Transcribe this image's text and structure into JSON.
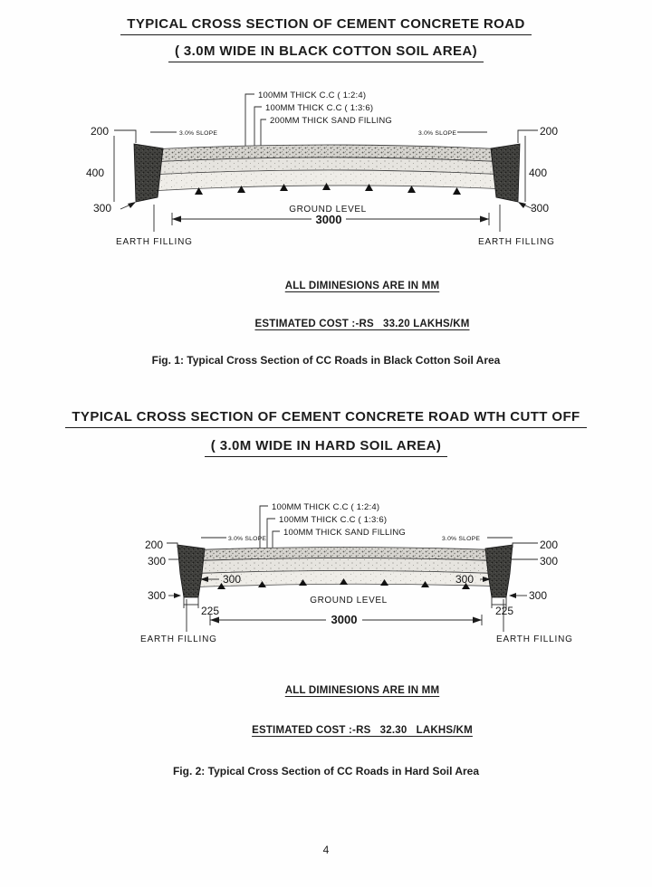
{
  "page": {
    "number": "4"
  },
  "fig1": {
    "title": "TYPICAL CROSS SECTION OF CEMENT CONCRETE ROAD",
    "subtitle": "( 3.0M WIDE IN BLACK COTTON SOIL AREA)",
    "callouts": {
      "layer1": "100MM THICK C.C ( 1:2:4)",
      "layer2": "100MM THICK C.C ( 1:3:6)",
      "layer3": "200MM THICK SAND FILLING"
    },
    "slope_left": "3.0% SLOPE",
    "slope_right": "3.0% SLOPE",
    "dims": {
      "top_left": "200",
      "top_right": "200",
      "mid_left": "400",
      "mid_right": "400",
      "bottom_left": "300",
      "bottom_right": "300",
      "width": "3000"
    },
    "ground_level": "GROUND LEVEL",
    "earth_left": "EARTH FILLING",
    "earth_right": "EARTH FILLING",
    "note_dims": "ALL DIMINESIONS ARE IN MM",
    "note_cost": "ESTIMATED COST :-RS   33.20 LAKHS/KM",
    "caption": "Fig. 1: Typical Cross Section of CC Roads in Black Cotton Soil Area"
  },
  "fig2": {
    "title": "TYPICAL CROSS SECTION OF CEMENT CONCRETE ROAD WTH CUTT OFF",
    "subtitle": "( 3.0M WIDE IN HARD SOIL AREA)",
    "callouts": {
      "layer1": "100MM THICK C.C ( 1:2:4)",
      "layer2": "100MM THICK C.C ( 1:3:6)",
      "layer3": "100MM THICK SAND FILLING"
    },
    "slope_left": "3.0% SLOPE",
    "slope_right": "3.0% SLOPE",
    "dims": {
      "top_left": "200",
      "top_right": "200",
      "upper_left": "300",
      "upper_right": "300",
      "inner_left": "300",
      "inner_right": "300",
      "lower_left": "300",
      "lower_right": "300",
      "toe_left": "225",
      "toe_right": "225",
      "width": "3000"
    },
    "ground_level": "GROUND LEVEL",
    "earth_left": "EARTH FILLING",
    "earth_right": "EARTH FILLING",
    "note_dims": "ALL DIMINESIONS ARE IN MM",
    "note_cost": "ESTIMATED COST :-RS   32.30   LAKHS/KM",
    "caption": "Fig. 2: Typical Cross Section of CC Roads in Hard Soil Area"
  }
}
